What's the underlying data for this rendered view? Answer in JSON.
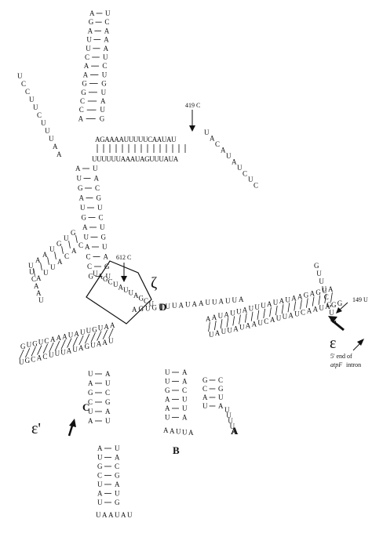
{
  "annotations": {
    "mut419": "419 C",
    "mut612": "612 C",
    "mut149": "149 U",
    "end5_line1": "5' end of",
    "end5_line2": "atpF",
    "end5_line3": "intron"
  },
  "domains": {
    "A": "A",
    "B": "B",
    "C": "C",
    "D": "D",
    "zeta": "ζ",
    "epsilon": "ε",
    "epsilon_prime": "ε'"
  },
  "sequences": {
    "long_top": "AGAAAAUUUUUCAAUAU",
    "long_bottom": "UUUUUUAAAUAGUUUAUA",
    "top_right_loop": [
      "U",
      "A",
      "C",
      "A",
      "U",
      "A",
      "U",
      "C",
      "U",
      "C"
    ]
  },
  "helices": {
    "top": {
      "left": [
        "A",
        "G",
        "A",
        "U",
        "U",
        "C",
        "A",
        "A",
        "G",
        "G",
        "C",
        "C",
        "A"
      ],
      "right": [
        "U",
        "C",
        "A",
        "A",
        "A",
        "U",
        "C",
        "U",
        "G",
        "U",
        "A",
        "U",
        "G"
      ]
    },
    "left_loop": [
      "U",
      "C",
      "C",
      "U",
      "U",
      "C",
      "U",
      "U",
      "U",
      "A",
      "A"
    ],
    "vertical": {
      "left": [
        "A",
        "U",
        "G",
        "A",
        "U",
        "G",
        "A",
        "U",
        "A",
        "C",
        "C",
        "G"
      ],
      "right": [
        "U",
        "A",
        "C",
        "G",
        "U",
        "C",
        "U",
        "G",
        "U",
        "A",
        "G",
        "U"
      ]
    },
    "ep_stem": {
      "left": [
        "G",
        "U",
        "G",
        "U",
        "A",
        "A",
        "U"
      ],
      "right": [
        "C",
        "A",
        "C",
        "A",
        "U",
        "U",
        "A"
      ],
      "loop": [
        "U",
        "C",
        "A",
        "A",
        "U"
      ]
    },
    "zeta_box": [
      "U",
      "A",
      "G",
      "C",
      "U",
      "A",
      "U",
      "U",
      "A",
      "G",
      "C",
      "U"
    ],
    "D_region": [
      "A",
      "G",
      "U",
      "G",
      "U",
      "U",
      "U",
      "A",
      "U",
      "A",
      "A",
      "U",
      "U",
      "A",
      "U",
      "U",
      "A"
    ],
    "left_long": {
      "top": [
        "A",
        "A",
        "U",
        "G",
        "U",
        "U",
        "A",
        "U",
        "A",
        "A",
        "A",
        "C",
        "U",
        "G",
        "U",
        "G"
      ],
      "bottom": [
        "U",
        "A",
        "A",
        "U",
        "G",
        "A",
        "U",
        "A",
        "U",
        "U",
        "U",
        "C",
        "A",
        "C",
        "G",
        "U"
      ]
    },
    "C_stem": {
      "left": [
        "U",
        "A",
        "G",
        "C",
        "U",
        "A"
      ],
      "right": [
        "A",
        "U",
        "C",
        "G",
        "A",
        "U"
      ]
    },
    "C_lower": {
      "left": [
        "A",
        "U",
        "G",
        "C",
        "U",
        "A",
        "U"
      ],
      "right": [
        "U",
        "A",
        "C",
        "G",
        "A",
        "U",
        "G"
      ],
      "loop": [
        "U",
        "A",
        "A",
        "U",
        "A",
        "U"
      ]
    },
    "B_stem": {
      "left": [
        "U",
        "U",
        "G",
        "A",
        "A",
        "U"
      ],
      "right": [
        "A",
        "A",
        "C",
        "U",
        "U",
        "A"
      ],
      "loop": [
        "A",
        "A",
        "U",
        "U",
        "A"
      ]
    },
    "A_stem": {
      "left": [
        "G",
        "C",
        "A",
        "U"
      ],
      "right": [
        "C",
        "G",
        "U",
        "A"
      ],
      "loop": [
        "U",
        "U",
        "U",
        "U",
        "A"
      ]
    },
    "right_arm": {
      "top": [
        "A",
        "A",
        "U",
        "A",
        "U",
        "U",
        "A",
        "U",
        "U",
        "U",
        "A",
        "U",
        "A",
        "U",
        "A",
        "A",
        "G",
        "A",
        "G",
        "U",
        "A"
      ],
      "bottom": [
        "U",
        "A",
        "U",
        "U",
        "A",
        "U",
        "A",
        "A",
        "U",
        "C",
        "A",
        "U",
        "U",
        "A",
        "U",
        "C",
        "A",
        "A",
        "U",
        "A",
        "G",
        "G"
      ]
    },
    "tail": [
      "G",
      "U",
      "U",
      "U",
      "C",
      "G",
      "U",
      "G"
    ]
  },
  "colors": {
    "ink": "#111111",
    "background": "#ffffff"
  }
}
